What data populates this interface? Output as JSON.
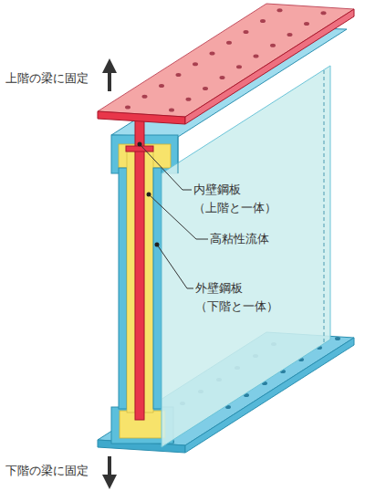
{
  "diagram": {
    "labels": [
      "上階の梁に固定",
      "内壁鋼板 （上階と一体）",
      "高粘性流体",
      "外壁鋼板 （下階と一体）",
      "下階の梁に固定"
    ]
  }
}
